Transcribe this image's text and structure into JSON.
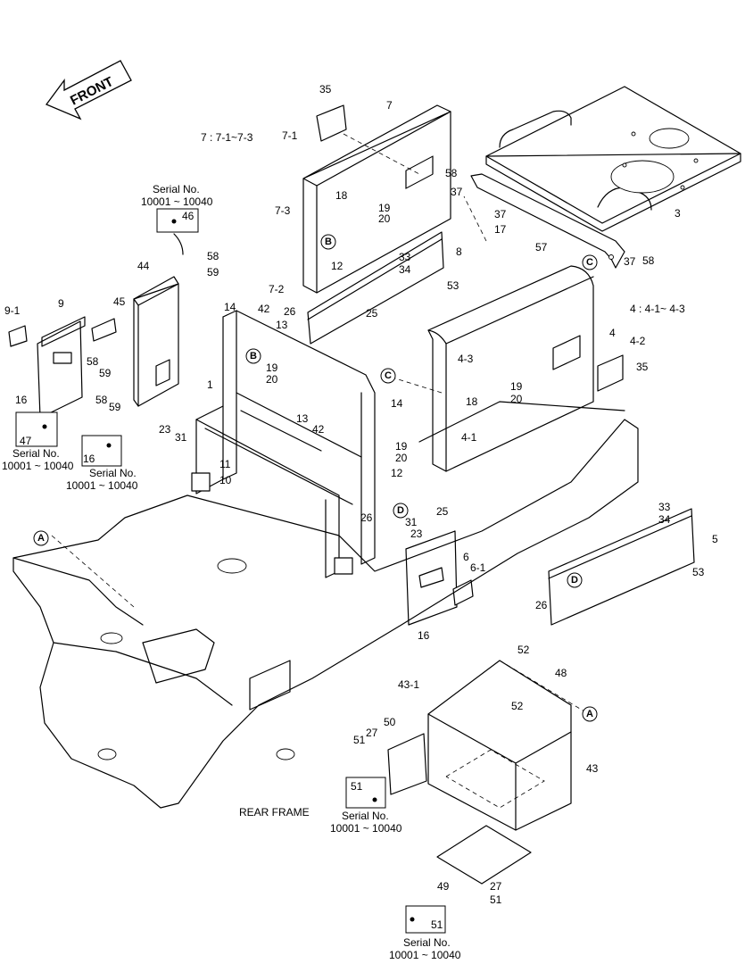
{
  "diagram": {
    "front_label": "FRONT",
    "section_label": "REAR FRAME",
    "notes": {
      "part7": "7 : 7-1~7-3",
      "part4": "4 : 4-1~ 4-3"
    },
    "serial_boxes": [
      {
        "id": "serial-46",
        "title": "Serial No.",
        "range": "10001 ~ 10040",
        "part": "46"
      },
      {
        "id": "serial-47",
        "title": "Serial No.",
        "range": "10001 ~ 10040",
        "part": "47"
      },
      {
        "id": "serial-16",
        "title": "Serial No.",
        "range": "10001 ~ 10040",
        "part": "16"
      },
      {
        "id": "serial-51a",
        "title": "Serial No.",
        "range": "10001 ~ 10040",
        "part": "51"
      },
      {
        "id": "serial-51b",
        "title": "Serial No.",
        "range": "10001 ~ 10040",
        "part": "51"
      }
    ],
    "reference_markers": [
      "A",
      "B",
      "C",
      "D"
    ],
    "part_labels": [
      "35",
      "7",
      "7-1",
      "58",
      "37",
      "3",
      "18",
      "19",
      "20",
      "7-3",
      "37",
      "17",
      "57",
      "37",
      "58",
      "33",
      "34",
      "8",
      "53",
      "7-2",
      "12",
      "26",
      "25",
      "44",
      "58",
      "59",
      "14",
      "42",
      "13",
      "45",
      "9-1",
      "9",
      "58",
      "59",
      "58",
      "59",
      "16",
      "1",
      "19",
      "20",
      "4",
      "4-2",
      "4-3",
      "35",
      "19",
      "20",
      "18",
      "14",
      "4-1",
      "13",
      "42",
      "23",
      "31",
      "11",
      "10",
      "19",
      "20",
      "12",
      "31",
      "25",
      "26",
      "23",
      "33",
      "34",
      "5",
      "6",
      "6-1",
      "53",
      "26",
      "16",
      "52",
      "43-1",
      "48",
      "52",
      "50",
      "51",
      "27",
      "43",
      "49",
      "27",
      "51"
    ]
  }
}
